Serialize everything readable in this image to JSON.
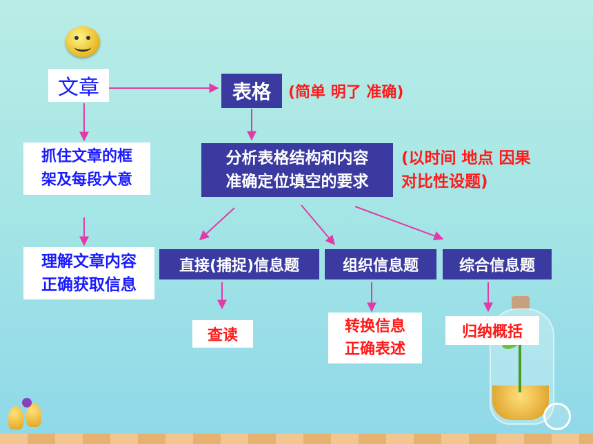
{
  "colors": {
    "arrow": "#e23aa6",
    "blue_box": "#3a3aa0",
    "white_box_text": "#1a1aff",
    "note_red": "#ff1a1a"
  },
  "nodes": {
    "wenzhang": "文章",
    "biaoge": "表格",
    "biaoge_note": "(简单 明了 准确)",
    "zhuazhu": [
      "抓住文章的框",
      "架及每段大意"
    ],
    "fenxi": [
      "分析表格结构和内容",
      "准确定位填空的要求"
    ],
    "fenxi_note": [
      "(以时间 地点 因果",
      " 对比性设题)"
    ],
    "lijie": [
      "理解文章内容",
      "正确获取信息"
    ],
    "zhijie": "直接(捕捉)信息题",
    "zuzhi": "组织信息题",
    "zonghe": "综合信息题",
    "chadu": "查读",
    "zhuanhuan": [
      "转换信息",
      "正确表述"
    ],
    "guina": "归纳概括"
  }
}
